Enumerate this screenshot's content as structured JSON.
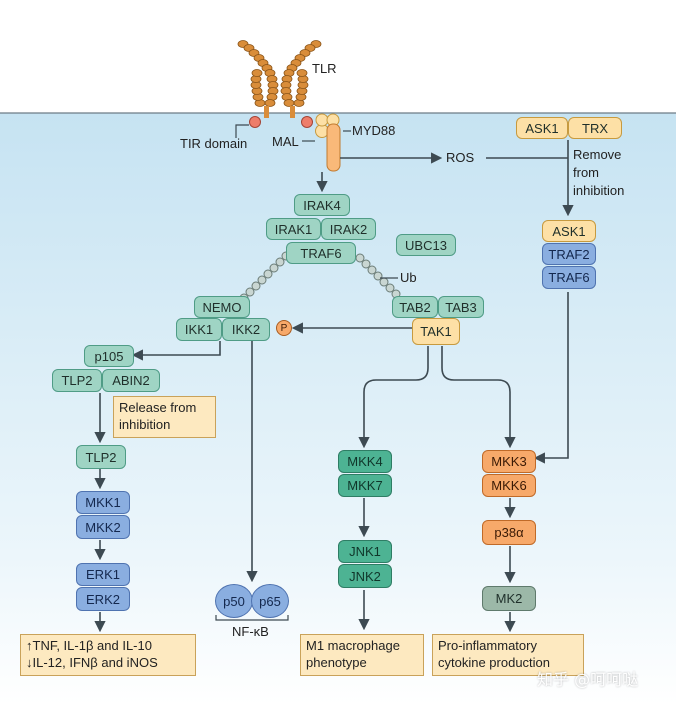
{
  "labels": {
    "tlr": "TLR",
    "tir_domain": "TIR domain",
    "mal": "MAL",
    "myd88": "MYD88",
    "ros": "ROS",
    "remove_from_inhibition": [
      "Remove",
      "from",
      "inhibition"
    ],
    "ub": "Ub",
    "nfkb": "NF-κB",
    "release_from_inhibition": [
      "Release from",
      "inhibition"
    ]
  },
  "nodes": {
    "irak4": "IRAK4",
    "irak1": "IRAK1",
    "irak2": "IRAK2",
    "traf6": "TRAF6",
    "ubc13": "UBC13",
    "nemo": "NEMO",
    "ikk1": "IKK1",
    "ikk2": "IKK2",
    "phospho": "P",
    "tab2": "TAB2",
    "tab3": "TAB3",
    "tak1": "TAK1",
    "ask1_top": "ASK1",
    "trx": "TRX",
    "ask1": "ASK1",
    "traf2_right": "TRAF2",
    "traf6_right": "TRAF6",
    "p105": "p105",
    "tlp2": "TLP2",
    "abin2": "ABIN2",
    "tlp2_free": "TLP2",
    "mkk1": "MKK1",
    "mkk2": "MKK2",
    "erk1": "ERK1",
    "erk2": "ERK2",
    "p50": "p50",
    "p65": "p65",
    "mkk4": "MKK4",
    "mkk7": "MKK7",
    "jnk1": "JNK1",
    "jnk2": "JNK2",
    "mkk3": "MKK3",
    "mkk6": "MKK6",
    "p38a": "p38α",
    "mk2": "MK2"
  },
  "outcomes": {
    "erk_line1": "↑TNF, IL-1β and IL-10",
    "erk_line2": "↓IL-12, IFNβ and iNOS",
    "jnk_line1": "M1 macrophage",
    "jnk_line2": "phenotype",
    "p38_line1": "Pro-inflammatory",
    "p38_line2": "cytokine production"
  },
  "watermark": "知乎 @呵呵哒",
  "colors": {
    "cytoplasm_top": "#c6e3f2",
    "cytoplasm_bottom": "#ffffff",
    "teal_node": "#9fd4c4",
    "dark_teal_node": "#4db393",
    "blue_node": "#8aaee0",
    "peach_node": "#fde0a6",
    "orange_node": "#f7a96a",
    "receptor": "#d98d3a",
    "arrow": "#3d4a52"
  }
}
